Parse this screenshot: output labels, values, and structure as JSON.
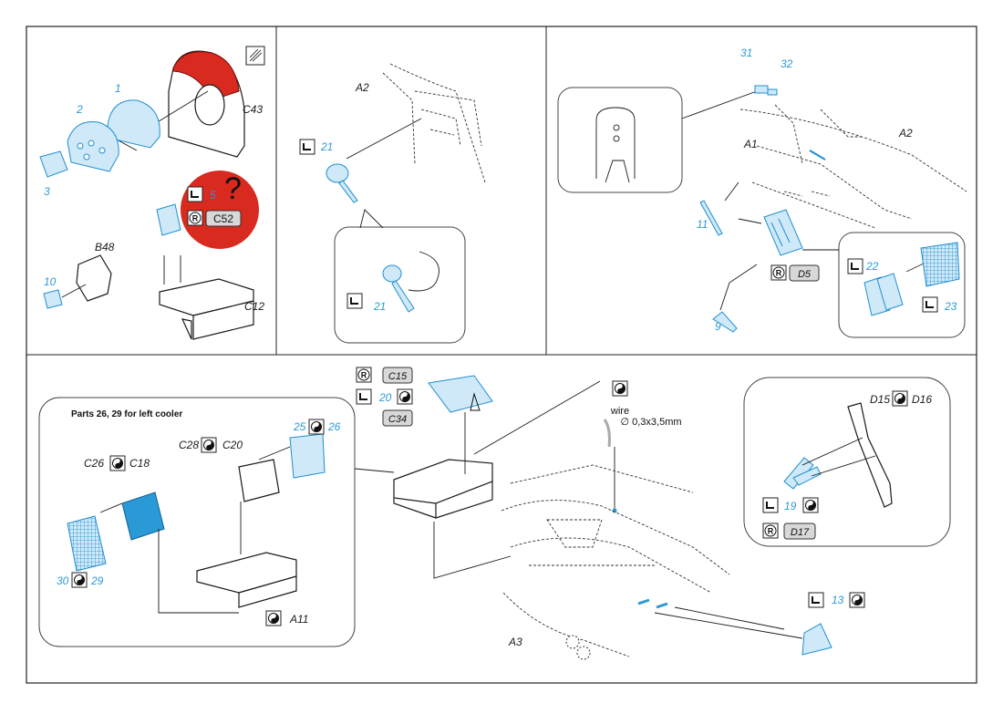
{
  "colors": {
    "pe_blue": "#2a9ad6",
    "pe_fill": "#cfe9f8",
    "warning_red": "#d82a1e",
    "callout_grey": "#d8d8d8"
  },
  "icons": {
    "bend": "bend-arrow-icon",
    "paint": "resin-paint-icon",
    "yinyang": "yin-yang-icon",
    "question": "question-mark-icon",
    "hatch": "hatch-swatch-icon"
  },
  "panel1": {
    "parts": [
      "1",
      "2",
      "3",
      "10"
    ],
    "kit_refs": [
      "C43",
      "B48",
      "C12"
    ],
    "warning": {
      "part": "5",
      "question": "?",
      "kit_ref": "C52"
    }
  },
  "panel2": {
    "kit_ref": "A2",
    "part_top": "21",
    "part_detail": "21"
  },
  "panel3": {
    "parts_top": [
      "31",
      "32"
    ],
    "kit_refs": [
      "A1",
      "A2"
    ],
    "part_left": "11",
    "part_bottom": "9",
    "kit_paint": "D5",
    "detail_parts": [
      "22",
      "23"
    ]
  },
  "panel4": {
    "cooler_title": "Parts 26, 29 for left cooler",
    "cooler": {
      "c26": "C26",
      "c18": "C18",
      "c28": "C28",
      "c20": "C20",
      "p25": "25",
      "p26": "26",
      "p30": "30",
      "p29": "29",
      "a11": "A11"
    },
    "center": {
      "c15": "C15",
      "p20": "20",
      "c34": "C34",
      "wire": "wire",
      "wire_spec": "∅ 0,3x3,5mm",
      "a3": "A3",
      "p13": "13"
    },
    "right_detail": {
      "d15": "D15",
      "d16": "D16",
      "p19": "19",
      "d17": "D17"
    }
  }
}
